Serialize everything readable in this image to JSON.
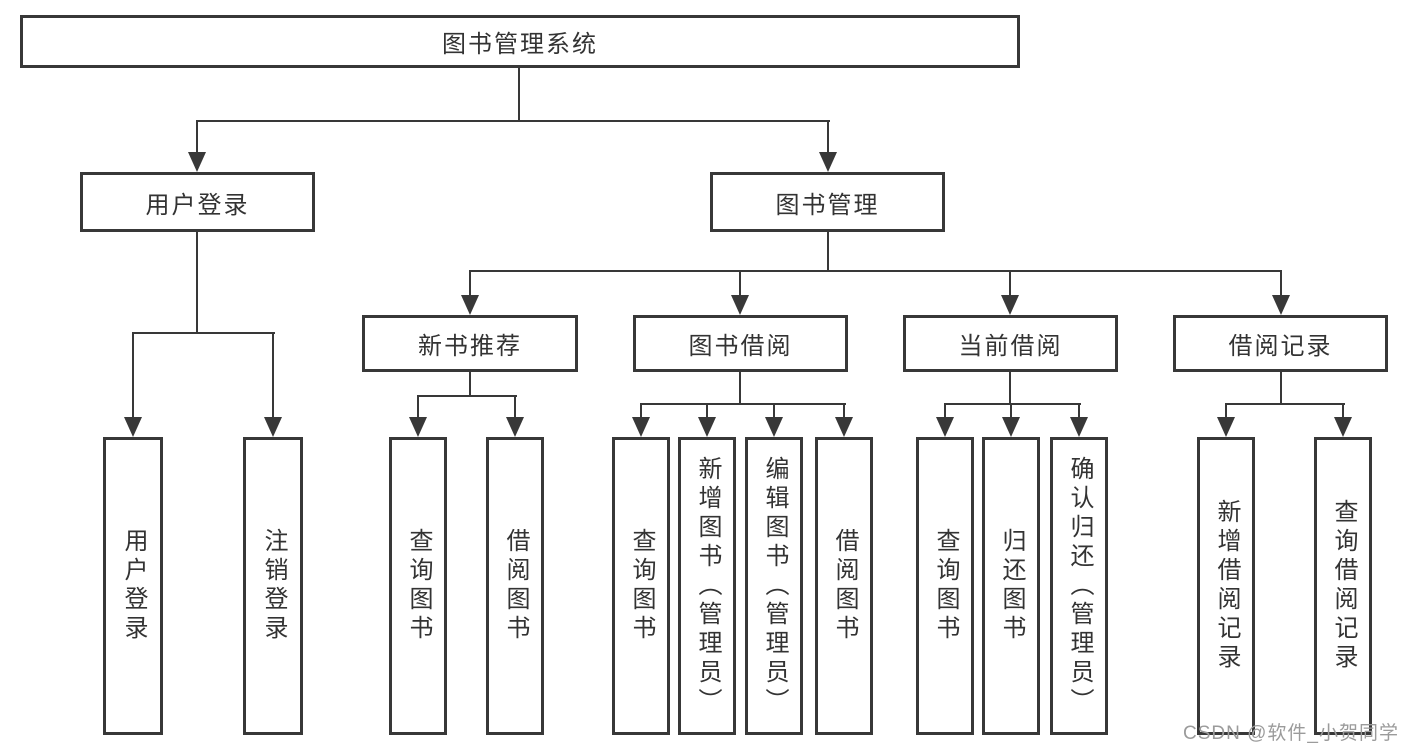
{
  "diagram": {
    "title": "图书管理系统",
    "root": {
      "label": "图书管理系统"
    },
    "level2": [
      {
        "label": "用户登录",
        "parent": "图书管理系统"
      },
      {
        "label": "图书管理",
        "parent": "图书管理系统"
      }
    ],
    "level3": [
      {
        "label": "新书推荐",
        "parent": "图书管理"
      },
      {
        "label": "图书借阅",
        "parent": "图书管理"
      },
      {
        "label": "当前借阅",
        "parent": "图书管理"
      },
      {
        "label": "借阅记录",
        "parent": "图书管理"
      }
    ],
    "leaves": [
      {
        "label": "用户登录",
        "parent": "用户登录"
      },
      {
        "label": "注销登录",
        "parent": "用户登录"
      },
      {
        "label": "查询图书",
        "parent": "新书推荐"
      },
      {
        "label": "借阅图书",
        "parent": "新书推荐"
      },
      {
        "label": "查询图书",
        "parent": "图书借阅"
      },
      {
        "label": "新增图书（管理员）",
        "parent": "图书借阅"
      },
      {
        "label": "编辑图书（管理员）",
        "parent": "图书借阅"
      },
      {
        "label": "借阅图书",
        "parent": "图书借阅"
      },
      {
        "label": "查询图书",
        "parent": "当前借阅"
      },
      {
        "label": "归还图书",
        "parent": "当前借阅"
      },
      {
        "label": "确认归还（管理员）",
        "parent": "当前借阅"
      },
      {
        "label": "新增借阅记录",
        "parent": "借阅记录"
      },
      {
        "label": "查询借阅记录",
        "parent": "借阅记录"
      }
    ]
  },
  "watermark": {
    "text": "CSDN @软件_小贺同学"
  },
  "colors": {
    "line": "#383838",
    "box_border": "#383838",
    "background": "#ffffff",
    "text": "#333333",
    "watermark": "#9b9b9b"
  }
}
